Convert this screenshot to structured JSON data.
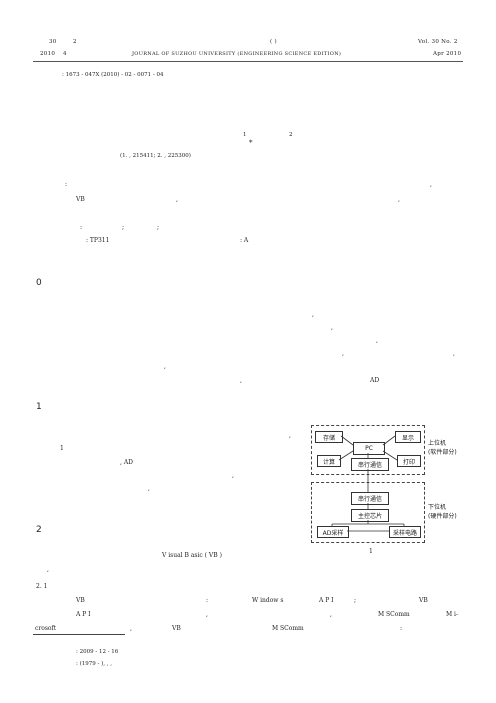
{
  "header": {
    "vol": "30",
    "issue_no": "2",
    "paren": "(                    )",
    "vol_right": "Vol. 30  No. 2",
    "year": "2010",
    "month_no": "4",
    "journal": "JOURNAL OF SUZHOU UNIVERSITY (ENGINEERING SCIENCE EDITION)",
    "date_right": "Apr 2010"
  },
  "article_no": ": 1673 - 047X (2010)  - 02 - 0071 - 04",
  "affil_marks": {
    "m1": "1",
    "star": "*",
    "m2": "2"
  },
  "affiliation": "(1.                          ,                    215411; 2.                                   ,                    225300)",
  "abstract": {
    "colon": ":",
    "comma_right": ",",
    "line2_a": "VB",
    "line2_b": ",",
    "line2_c": ","
  },
  "keywords": {
    "colon": ":",
    "semi1": ";",
    "semi2": ";"
  },
  "classification": {
    "clc": ":   TP311",
    "doc_code": ":  A"
  },
  "section0": {
    "num": "0",
    "marks": [
      ",",
      ",",
      ",",
      ",",
      ",",
      ",",
      ",",
      "AD"
    ]
  },
  "section1": {
    "num": "1",
    "comma_a": ",",
    "fig_ref": "1",
    "ad": ",        AD",
    "comma_b": ",",
    "comma_c": ","
  },
  "section2": {
    "num": "2",
    "vb_line": "V isual B asic (              VB   )",
    "comma": ","
  },
  "section21": {
    "num": "2. 1",
    "l1_vb": "VB",
    "l1_colon": ":",
    "l1_windows": "W indow s",
    "l1_api": "A P I",
    "l1_paren": ";",
    "l1_vb2": "VB",
    "l2_api": "A P I",
    "l2_comma": ",",
    "l2_comma2": ",",
    "l2_mscomm": "M SComm",
    "l2_mi": "M i-",
    "l3_crosoft": "crosoft",
    "l3_comma": ",",
    "l3_vb": "VB",
    "l3_mscomm": "M SComm",
    "l3_colon": ":"
  },
  "footnote": {
    "received": ":   2009 -  12 -  16",
    "author": ":          (1979 - ),     ,         ,"
  },
  "figure": {
    "caption_num": "1",
    "upper": {
      "storage": "存储",
      "display": "显示",
      "pc": "PC",
      "calc": "计算",
      "serial": "串行通信",
      "print": "打印",
      "label_line1": "上位机",
      "label_line2": "(软件部分)"
    },
    "lower": {
      "serial": "串行通信",
      "mcu": "主控芯片",
      "ad": "AD采样",
      "sampling": "采样电路",
      "label_line1": "下位机",
      "label_line2": "(硬件部分)"
    }
  }
}
